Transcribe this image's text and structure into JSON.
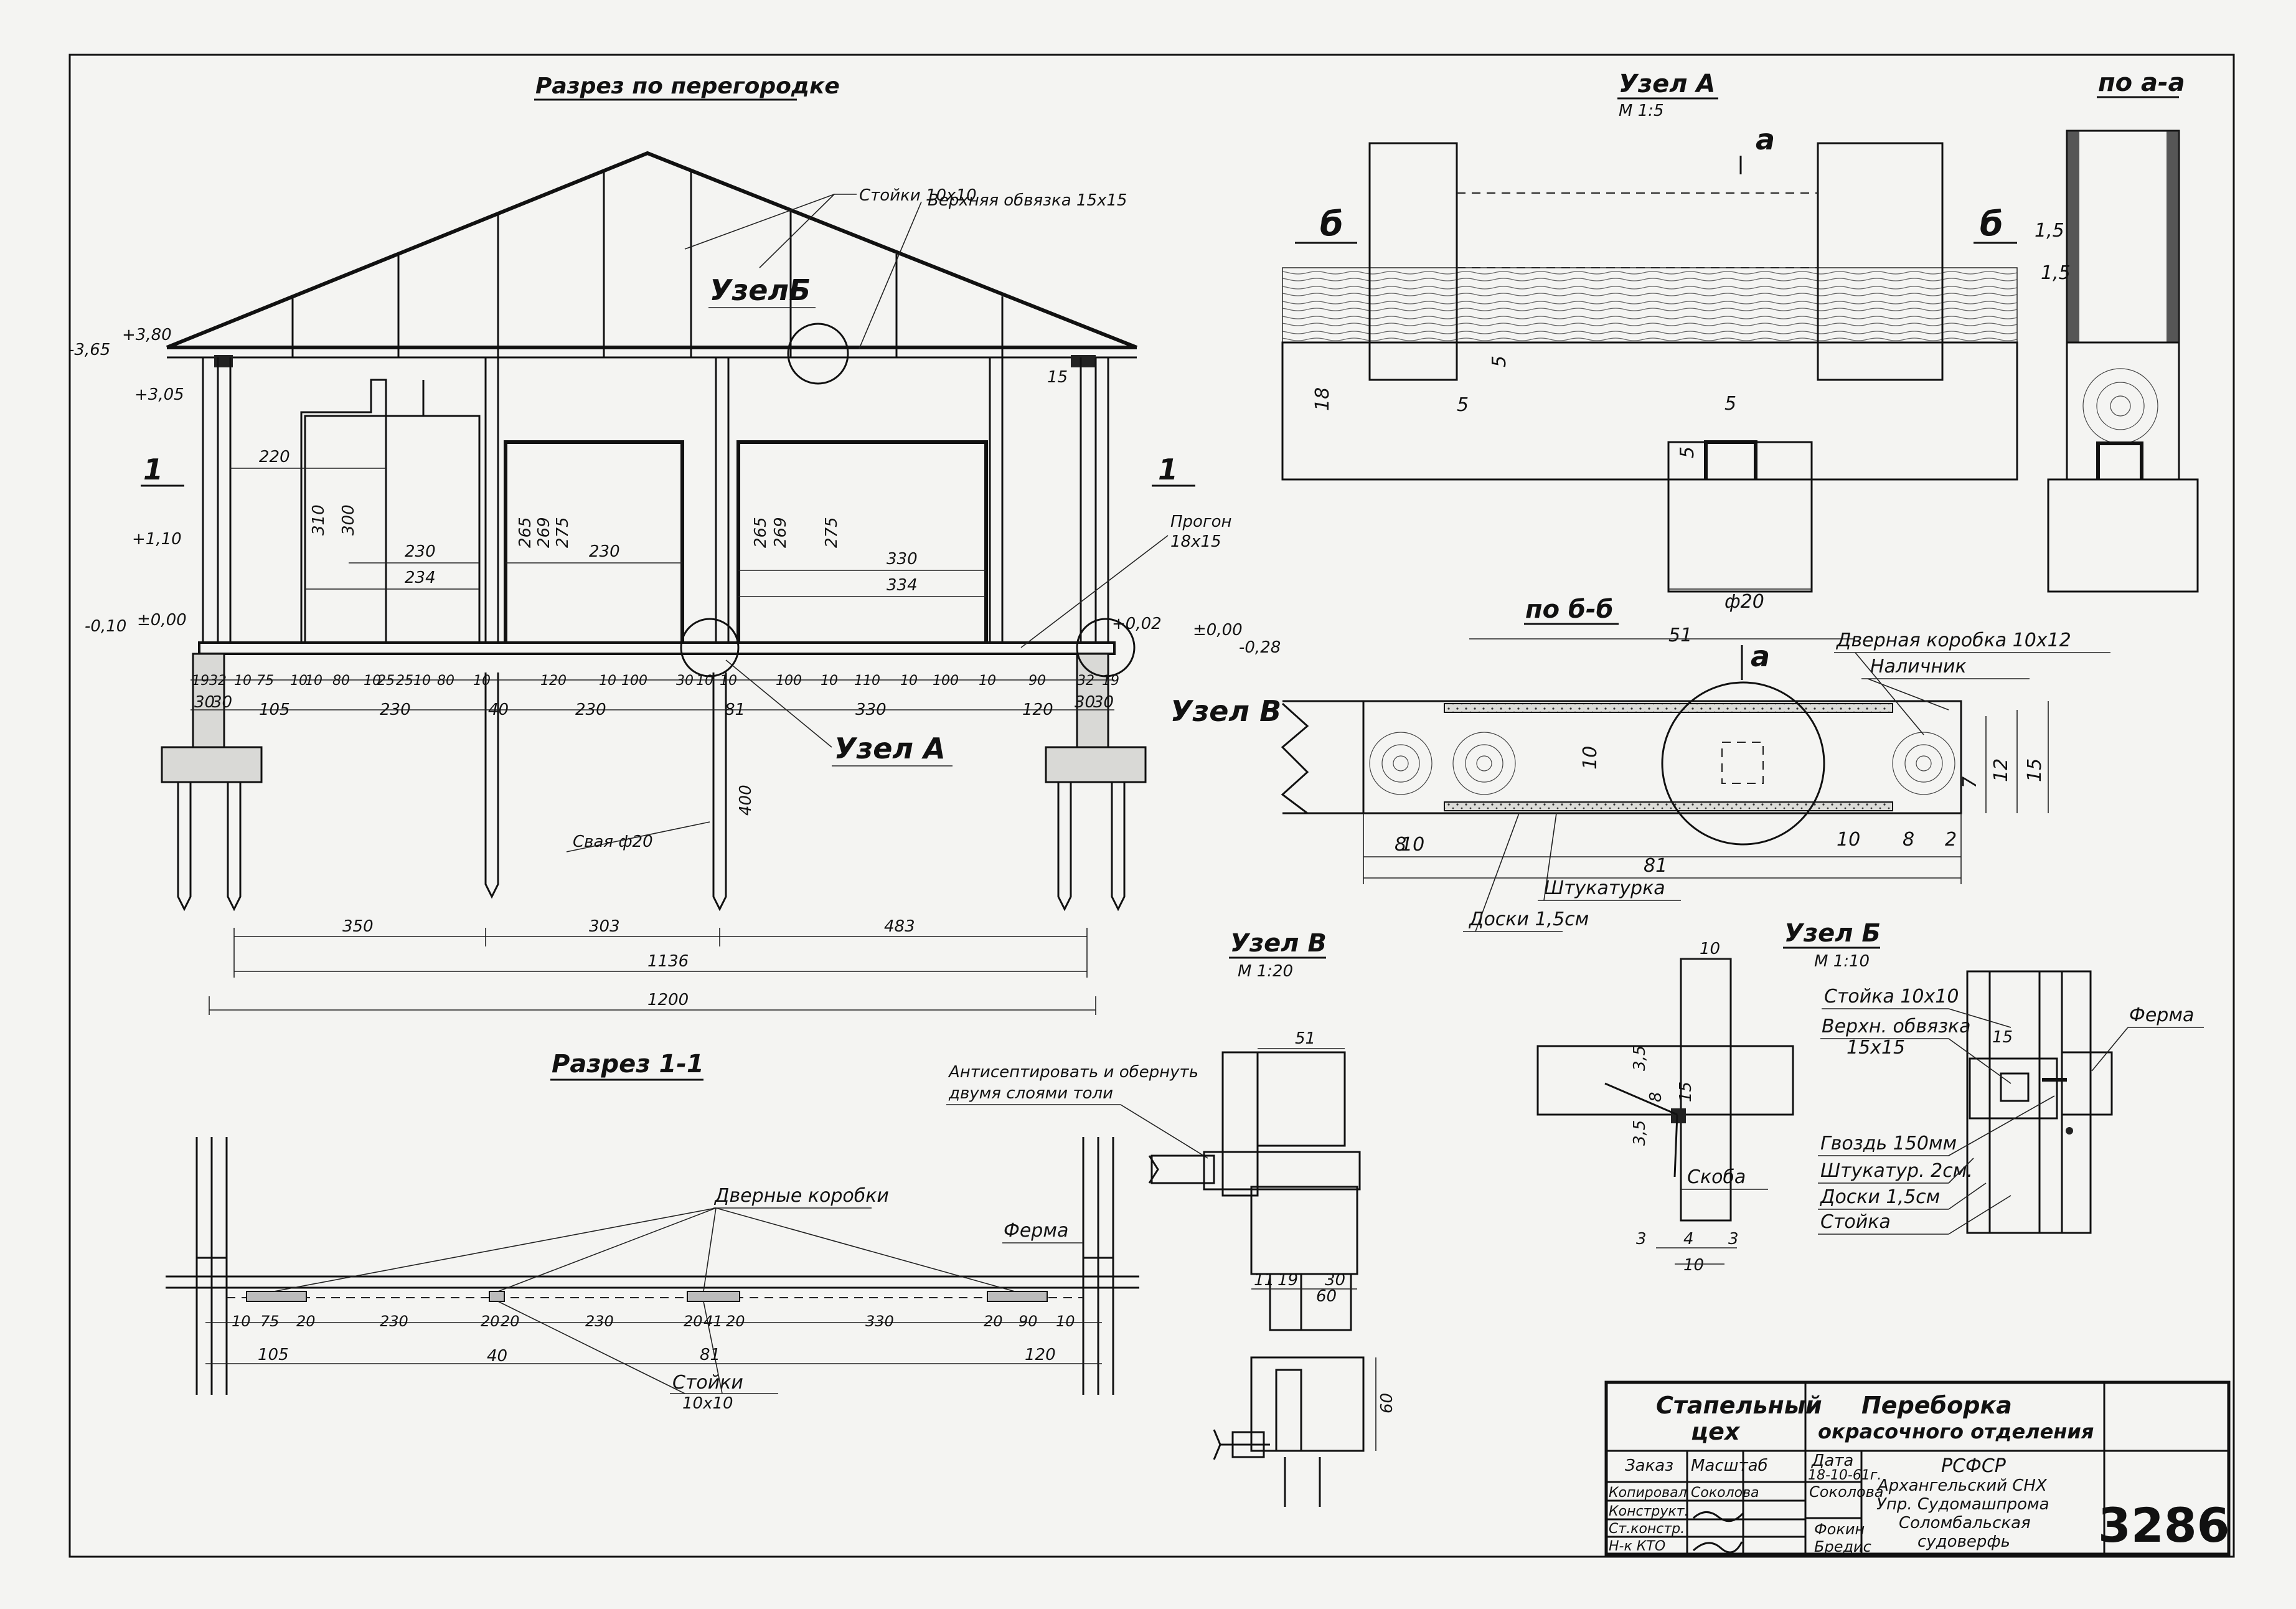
{
  "section_partition": {
    "title": "Разрез по перегородке",
    "callouts": {
      "studs": "Стойки 10х10",
      "top_plate": "Верхняя обвязка 15х15",
      "node_b": "УзелБ",
      "node_a": "Узел А",
      "node_v": "Узел В",
      "purlin": "Прогон",
      "purlin_size": "18х15",
      "pile": "Свая ф20",
      "cut_left": "1",
      "cut_right": "1"
    },
    "levels": [
      "+3,80",
      "-3,65",
      "+3,05",
      "+1,10",
      "-0,10",
      "±0,00",
      "+0,02",
      "±0,00",
      "-0,28",
      "15"
    ],
    "dims_frame": [
      "220",
      "310",
      "300",
      "230",
      "234",
      "265",
      "269",
      "275",
      "230",
      "265",
      "269",
      "275",
      "330",
      "334"
    ],
    "dims_row1": [
      "19",
      "32",
      "10",
      "75",
      "10",
      "10",
      "80",
      "10",
      "25",
      "25",
      "10",
      "80",
      "10",
      "120",
      "10",
      "100",
      "30",
      "10",
      "10",
      "100",
      "10",
      "110",
      "10",
      "100",
      "10",
      "90",
      "32",
      "19"
    ],
    "dims_row2": [
      "30",
      "30",
      "105",
      "230",
      "40",
      "230",
      "81",
      "330",
      "120",
      "30",
      "30"
    ],
    "dims_row3": [
      "350",
      "303",
      "483"
    ],
    "dims_total": [
      "1136",
      "1200"
    ],
    "pile_len": "400"
  },
  "section_11": {
    "title": "Разрез 1-1",
    "labels": {
      "door_frames": "Дверные коробки",
      "truss": "Ферма",
      "studs": "Стойки",
      "studs_size": "10х10"
    },
    "dims_row1": [
      "10",
      "75",
      "20",
      "230",
      "20",
      "20",
      "230",
      "20",
      "41",
      "20",
      "330",
      "20",
      "90",
      "10"
    ],
    "dims_row2": [
      "105",
      "40",
      "81",
      "120"
    ]
  },
  "node_a": {
    "title": "Узел А",
    "scale": "М 1:5",
    "marks": [
      "а",
      "б",
      "б"
    ],
    "dims": [
      "18",
      "5",
      "5",
      "5",
      "5",
      "ф20",
      "51"
    ]
  },
  "view_aa": {
    "title": "по а-а",
    "dims": [
      "1,5",
      "1,5"
    ]
  },
  "view_bb": {
    "title": "по б-б",
    "mark": "а",
    "labels": {
      "door_frame": "Дверная коробка 10х12",
      "casing": "Наличник",
      "plaster": "Штукатурка",
      "boards": "Доски 1,5см"
    },
    "dims": [
      "10",
      "8",
      "81",
      "10",
      "8",
      "2",
      "7",
      "12",
      "15"
    ]
  },
  "node_v": {
    "title": "Узел В",
    "scale": "М 1:20",
    "note_line1": "Антисептировать и обернуть",
    "note_line2": "двумя слоями толи",
    "dims": [
      "51",
      "11",
      "19",
      "30",
      "60",
      "60"
    ]
  },
  "node_b": {
    "title": "Узел Б",
    "scale": "М 1:10",
    "labels": {
      "stud": "Стойка 10х10",
      "plate_line1": "Верхн. обвязка",
      "plate_line2": "15х15",
      "truss": "Ферма",
      "nail": "Гвоздь 150мм",
      "plaster": "Штукатур. 2см.",
      "boards": "Доски 1,5см",
      "stud2": "Стойка",
      "clamp": "Скоба"
    },
    "dims": [
      "10",
      "3,5",
      "8",
      "15",
      "3,5",
      "3",
      "4",
      "3",
      "10",
      "15"
    ]
  },
  "title_block": {
    "shop_line1": "Стапельный",
    "shop_line2": "цех",
    "name_line1": "Переборка",
    "name_line2": "окрасочного отделения",
    "order": "Заказ",
    "scale": "Масштаб",
    "date_label": "Дата",
    "date": "18-10-61г.",
    "roles": [
      "Копировал",
      "Конструкт.",
      "Ст.констр.",
      "Н-к КТО"
    ],
    "names": [
      "Соколова",
      "Фокин",
      "Бредис"
    ],
    "copied_sig": "Соколова",
    "org_line1": "РСФСР",
    "org_line2": "Архангельский СНХ",
    "org_line3": "Упр. Судомашпрома",
    "org_line4": "Соломбальская",
    "org_line5": "судоверфь",
    "number": "3286"
  }
}
